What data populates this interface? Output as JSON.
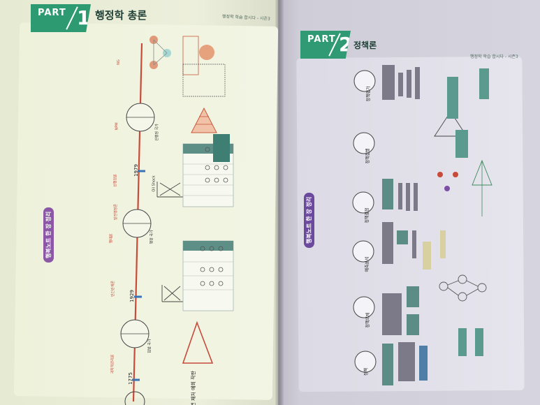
{
  "left_page": {
    "part_word": "PART",
    "part_number": "1",
    "title": "행정학 총론",
    "header_note": "행정학 학습 합시다 - 시즌3",
    "side_label": "행복노트 한 장 정리",
    "timeline_years": [
      "1775",
      "1929",
      "1979"
    ],
    "oil_shock_label": "Oil Shock",
    "upper_terms": [
      "과학적관리론",
      "인간관계론",
      "행태론",
      "발전행정론",
      "신행정론",
      "NPM",
      "NG"
    ],
    "state_circle_labels": [
      "입법 국가",
      "행정 국가",
      "신행정 국가"
    ],
    "bottom_text": "독연 재처 예회 작판"
  },
  "right_page": {
    "part_word": "PART",
    "part_number": "2",
    "title": "정책론",
    "header_note": "행정학 학습 합시다 - 시즌3",
    "side_label": "행복노트 한 장 정리",
    "circle_labels": [
      "정책평가",
      "정책집행",
      "정책결정",
      "예측분석",
      "정책의제",
      "정책"
    ]
  },
  "colors": {
    "part_green": "#2e9a72",
    "side_label_purple": "#8b57a6",
    "timeline_red": "#c84a3a"
  }
}
